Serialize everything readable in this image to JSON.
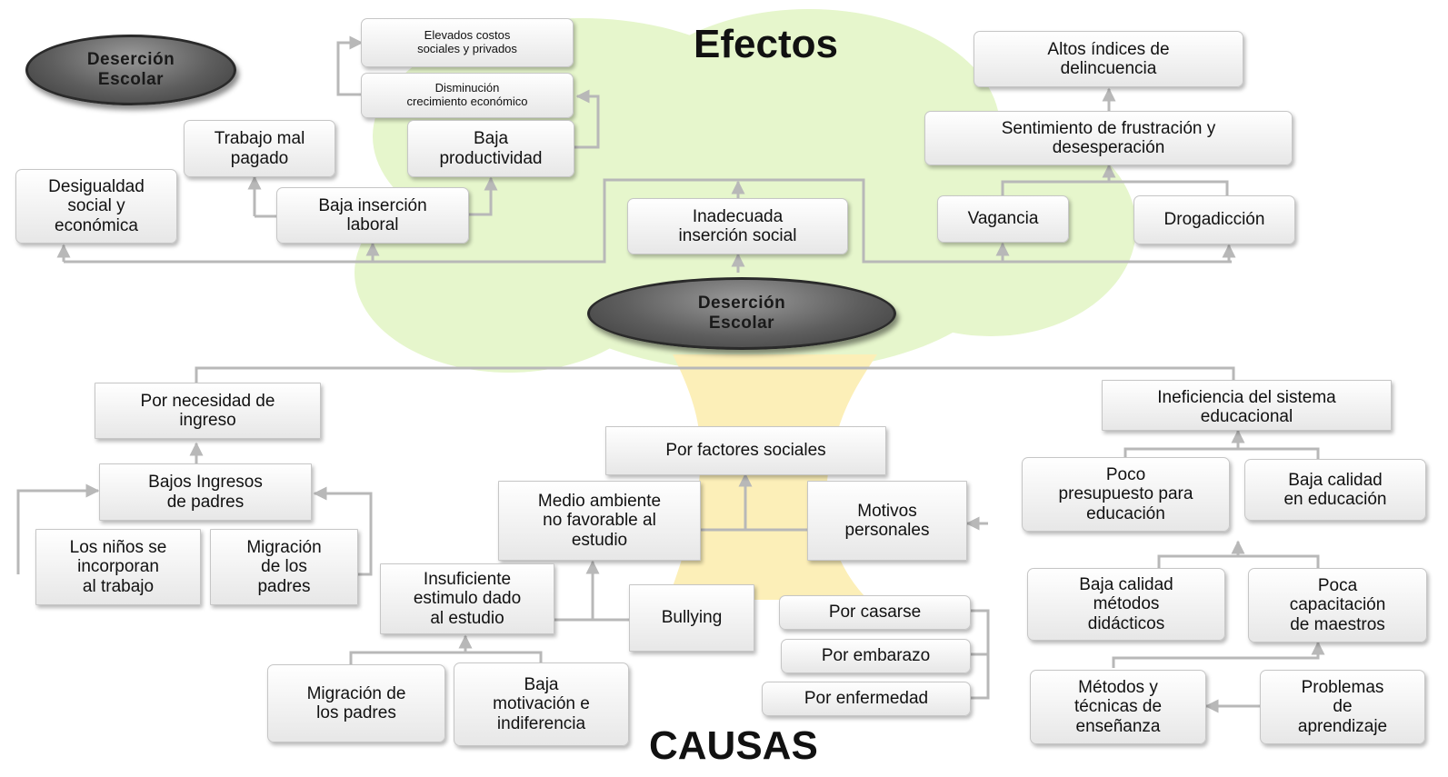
{
  "titles": {
    "effects": "Efectos",
    "causes": "CAUSAS"
  },
  "colors": {
    "tree_foliage": "#e6f6cc",
    "tree_trunk": "#fcefb8",
    "box_border": "#c6c6c6",
    "connector": "#b8b8b8",
    "oval_fill": "#5e5e5e"
  },
  "center_oval": "Deserción\nEscolar",
  "corner_oval": "Deserción\nEscolar",
  "effects": {
    "elevados_costos": "Elevados costos\nsociales y privados",
    "disminucion": "Disminución\ncrecimiento económico",
    "trabajo_mal_pagado": "Trabajo mal\npagado",
    "baja_productividad": "Baja\nproductividad",
    "desigualdad": "Desigualdad\nsocial y\neconómica",
    "baja_insercion_laboral": "Baja inserción\nlaboral",
    "inadecuada_insercion": "Inadecuada\ninserción social",
    "altos_indices": "Altos índices de\ndelincuencia",
    "sentimiento": "Sentimiento de frustración y\ndesesperación",
    "vagancia": "Vagancia",
    "drogadiccion": "Drogadicción"
  },
  "causes": {
    "necesidad_ingreso": "Por necesidad de\ningreso",
    "bajos_ingresos": "Bajos Ingresos\nde padres",
    "ninos_trabajo": "Los niños se\nincorporan\nal trabajo",
    "migracion_padres_left": "Migración\nde los\npadres",
    "factores_sociales": "Por factores sociales",
    "medio_ambiente": "Medio ambiente\nno favorable al\nestudio",
    "motivos_personales": "Motivos\npersonales",
    "insuficiente_estimulo": "Insuficiente\nestimulo dado\nal estudio",
    "bullying": "Bullying",
    "migracion_padres_bottom": "Migración de\nlos padres",
    "baja_motivacion": "Baja\nmotivación e\nindiferencia",
    "por_casarse": "Por casarse",
    "por_embarazo": "Por embarazo",
    "por_enfermedad": "Por enfermedad",
    "ineficiencia": "Ineficiencia del sistema\neducacional",
    "poco_presupuesto": "Poco\npresupuesto para\neducación",
    "baja_calidad_educacion": "Baja calidad\nen educación",
    "baja_calidad_metodos": "Baja calidad\nmétodos\ndidácticos",
    "poca_capacitacion": "Poca\ncapacitación\nde maestros",
    "metodos_tecnicas": "Métodos y\ntécnicas de\nenseñanza",
    "problemas_aprendizaje": "Problemas\nde\naprendizaje"
  }
}
